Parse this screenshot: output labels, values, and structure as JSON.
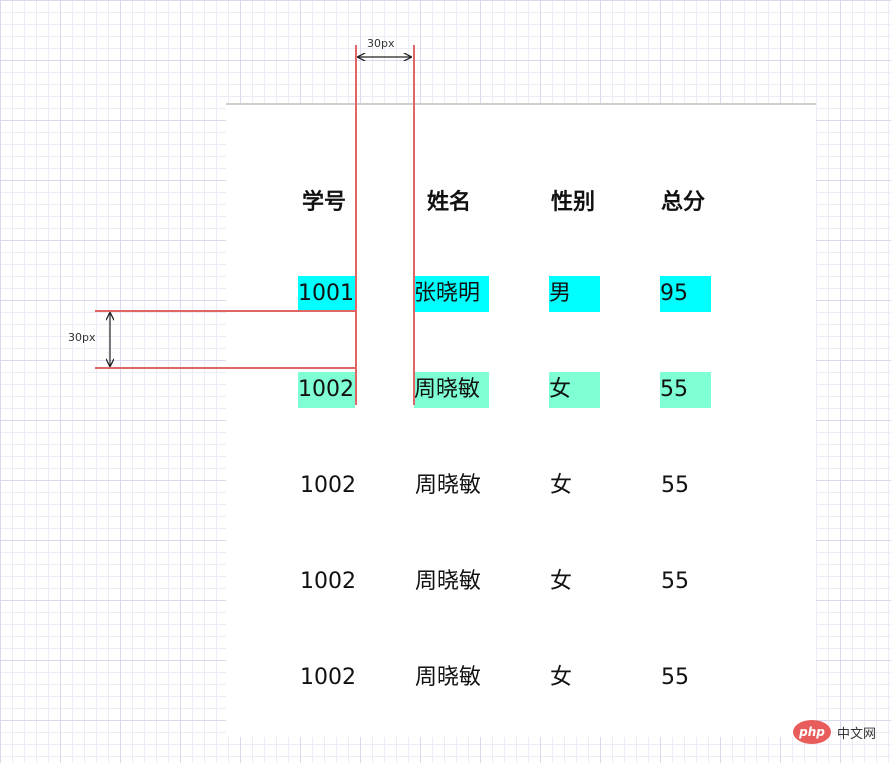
{
  "dimensions": {
    "horizontal_label": "30px",
    "vertical_label": "30px"
  },
  "table": {
    "headers": [
      "学号",
      "姓名",
      "性别",
      "总分"
    ],
    "rows": [
      [
        "1001",
        "张晓明",
        "男",
        "95"
      ],
      [
        "1002",
        "周晓敏",
        "女",
        "55"
      ],
      [
        "1002",
        "周晓敏",
        "女",
        "55"
      ],
      [
        "1002",
        "周晓敏",
        "女",
        "55"
      ],
      [
        "1002",
        "周晓敏",
        "女",
        "55"
      ]
    ]
  },
  "colors": {
    "row1_highlight": "#00ffff",
    "row2_highlight": "#7fffd4",
    "guide_line": "#e06666"
  },
  "watermark": {
    "logo_text": "php",
    "site_text": "中文网"
  }
}
